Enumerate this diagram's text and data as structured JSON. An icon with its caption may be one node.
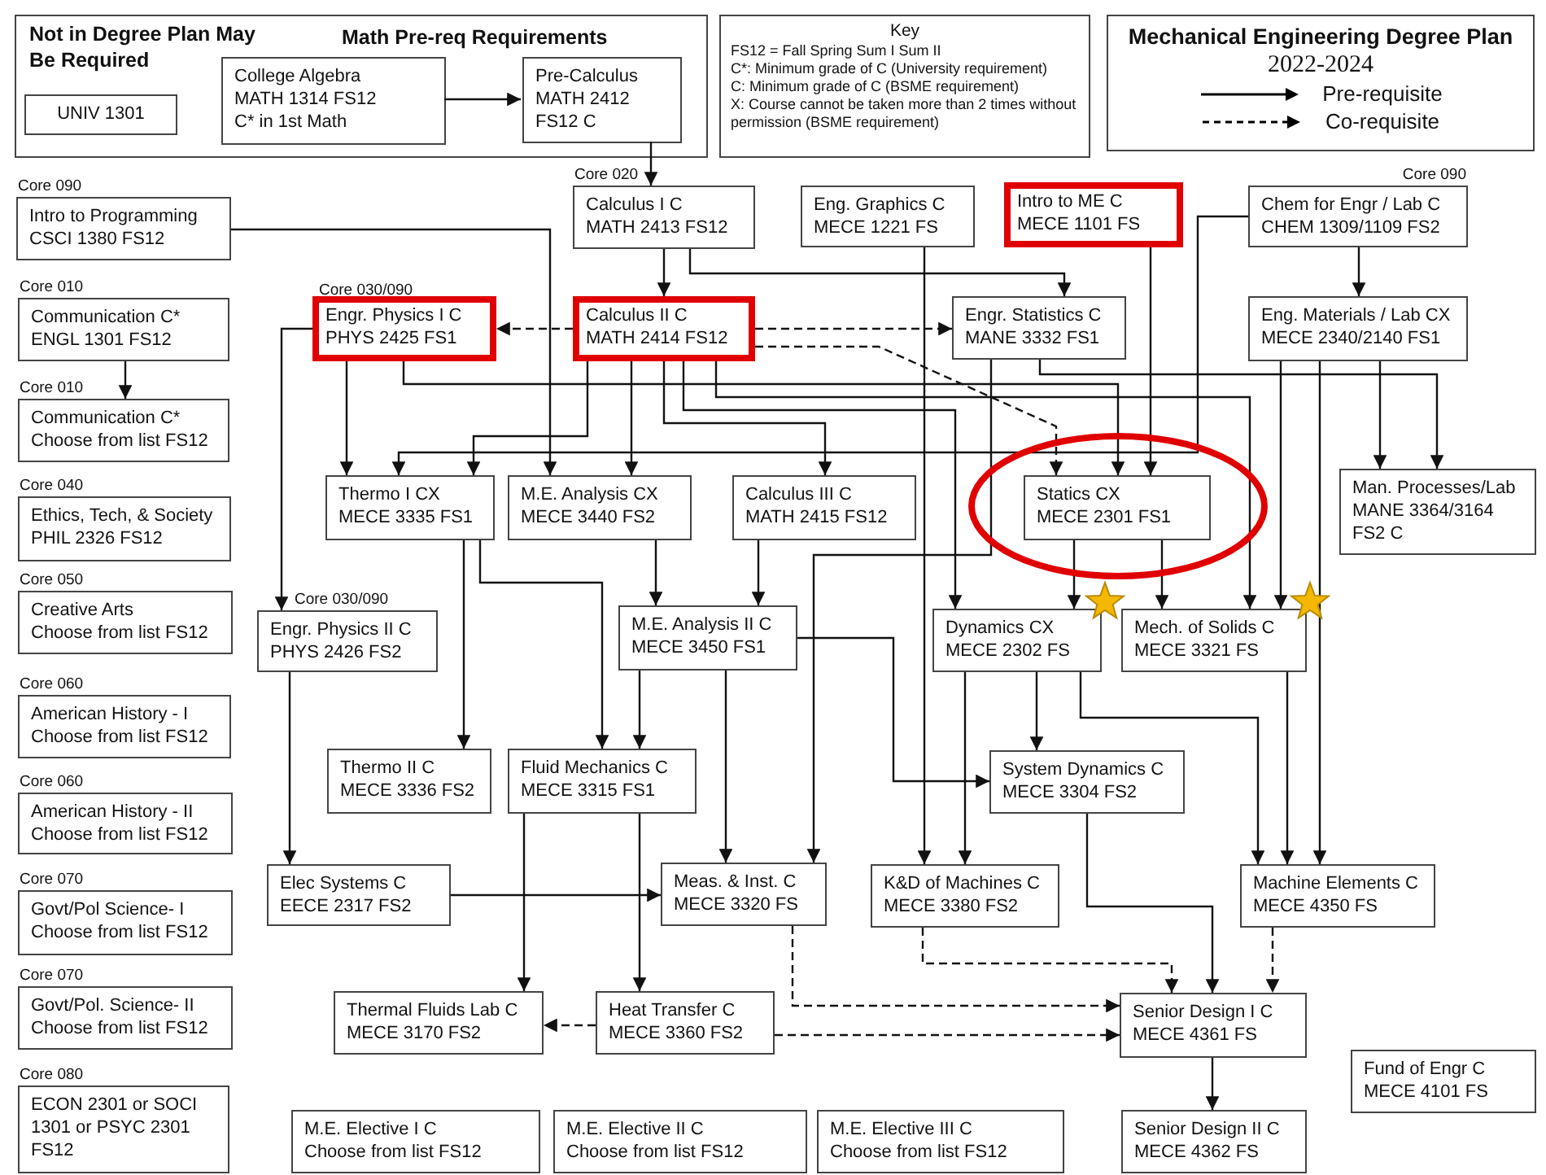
{
  "diagram": {
    "title": "Mechanical Engineering Degree Plan",
    "nodes": [
      {
        "text": [
          "Not in Degree Plan May Be Required",
          "Math Pre-req Requirements"
        ]
      },
      {
        "text": [
          "UNIV 1301"
        ],
        "in": 0
      },
      {
        "text": [
          "College Algebra",
          "MATH 1314 FS12",
          "C* in 1st Math"
        ],
        "in": 0
      },
      {
        "text": [
          "Pre-Calculus",
          "MATH 2412",
          "FS12 C"
        ],
        "in": 0
      },
      {
        "text": [
          "Intro to Programming",
          "CSCI 1380 FS12"
        ],
        "beside": [
          "Core 090"
        ]
      },
      {
        "text": [
          "Calculus I C",
          "MATH 2413 FS12"
        ],
        "beside": [
          "Core 020"
        ]
      },
      {
        "text": [
          "Eng. Graphics C",
          "MECE 1221 FS"
        ]
      },
      {
        "text": [
          "Intro to ME C",
          "MECE 1101 FS"
        ]
      },
      {
        "text": [
          "Chem for Engr / Lab C",
          "CHEM 1309/1109 FS2"
        ],
        "beside": [
          "Core 090"
        ]
      },
      {
        "text": [
          "Communication C*",
          "ENGL 1301 FS12"
        ],
        "beside": [
          "Core 010"
        ]
      },
      {
        "text": [
          "Engr. Physics I C",
          "PHYS 2425 FS1"
        ],
        "beside": [
          "Core 030/090"
        ]
      },
      {
        "text": [
          "Calculus II C",
          "MATH 2414 FS12"
        ]
      },
      {
        "text": [
          "Engr. Statistics C",
          "MANE 3332 FS1"
        ]
      },
      {
        "text": [
          "Eng. Materials / Lab CX",
          "MECE 2340/2140 FS1"
        ]
      },
      {
        "text": [
          "Communication C*",
          "Choose from list FS12"
        ],
        "beside": [
          "Core 010"
        ]
      },
      {
        "text": [
          "Ethics, Tech, & Society",
          "PHIL 2326 FS12"
        ],
        "beside": [
          "Core 040"
        ]
      },
      {
        "text": [
          "Thermo I CX",
          "MECE 3335 FS1"
        ]
      },
      {
        "text": [
          "M.E. Analysis CX",
          "MECE 3440 FS2"
        ]
      },
      {
        "text": [
          "Calculus III C",
          "MATH 2415 FS12"
        ]
      },
      {
        "text": [
          "Statics CX",
          "MECE 2301 FS1"
        ]
      },
      {
        "text": [
          "Man. Processes/Lab",
          "MANE 3364/3164",
          "FS2 C"
        ]
      },
      {
        "text": [
          "Creative Arts",
          "Choose from list FS12"
        ],
        "beside": [
          "Core 050"
        ]
      },
      {
        "text": [
          "Engr. Physics II C",
          "PHYS 2426 FS2"
        ],
        "beside": [
          "Core 030/090"
        ]
      },
      {
        "text": [
          "M.E. Analysis II C",
          "MECE 3450 FS1"
        ]
      },
      {
        "text": [
          "Dynamics CX",
          "MECE 2302 FS"
        ]
      },
      {
        "text": [
          "Mech. of Solids C",
          "MECE 3321 FS"
        ]
      },
      {
        "text": [
          "American History - I",
          "Choose from list FS12"
        ],
        "beside": [
          "Core 060"
        ]
      },
      {
        "text": [
          "Thermo II C",
          "MECE 3336 FS2"
        ]
      },
      {
        "text": [
          "Fluid Mechanics C",
          "MECE 3315 FS1"
        ]
      },
      {
        "text": [
          "System Dynamics C",
          "MECE 3304 FS2"
        ]
      },
      {
        "text": [
          "American History - II",
          "Choose from list FS12"
        ],
        "beside": [
          "Core 060"
        ]
      },
      {
        "text": [
          "Govt/Pol Science- I",
          "Choose from list FS12"
        ],
        "beside": [
          "Core 070"
        ]
      },
      {
        "text": [
          "Elec Systems C",
          "EECE 2317 FS2"
        ]
      },
      {
        "text": [
          "Meas. & Inst. C",
          "MECE 3320 FS"
        ]
      },
      {
        "text": [
          "K&D of Machines C",
          "MECE 3380 FS2"
        ]
      },
      {
        "text": [
          "Machine Elements C",
          "MECE 4350 FS"
        ]
      },
      {
        "text": [
          "Govt/Pol. Science- II",
          "Choose from list FS12"
        ],
        "beside": [
          "Core 070"
        ]
      },
      {
        "text": [
          "Thermal Fluids Lab C",
          "MECE 3170 FS2"
        ]
      },
      {
        "text": [
          "Heat Transfer C",
          "MECE 3360 FS2"
        ]
      },
      {
        "text": [
          "Senior Design I C",
          "MECE 4361 FS"
        ]
      },
      {
        "text": [
          "ECON 2301 or SOCI 1301 or PSYC 2301 FS12"
        ],
        "beside": [
          "Core 080"
        ]
      },
      {
        "text": [
          "Fund of Engr C",
          "MECE 4101 FS"
        ]
      },
      {
        "text": [
          "M.E. Elective I C",
          "Choose from list FS12"
        ]
      },
      {
        "text": [
          "M.E. Elective II C",
          "Choose from list FS12"
        ]
      },
      {
        "text": [
          "M.E. Elective III C",
          "Choose from list FS12"
        ]
      },
      {
        "text": [
          "Senior Design II C",
          "MECE 4362 FS"
        ]
      }
    ],
    "edges": [
      {
        "from": 2,
        "to": 3,
        "arrow": "to"
      },
      {
        "from": 3,
        "to": 5,
        "arrow": "to"
      },
      {
        "from": 9,
        "to": 14,
        "arrow": "to"
      },
      {
        "from": 5,
        "to": 11,
        "arrow": "to"
      },
      {
        "from": 5,
        "to": 12,
        "arrow": "to"
      },
      {
        "from": 11,
        "to": 10,
        "arrow": "to",
        "style": "dashed"
      },
      {
        "from": 11,
        "to": 12,
        "arrow": "to",
        "style": "dashed"
      },
      {
        "from": 11,
        "to": 19,
        "arrow": "to",
        "style": "dashed"
      },
      {
        "from": 8,
        "to": 13,
        "arrow": "to"
      },
      {
        "from": 10,
        "to": 16,
        "arrow": "to"
      },
      {
        "from": 8,
        "to": 16,
        "arrow": "to"
      },
      {
        "from": 11,
        "to": 16,
        "arrow": "to"
      },
      {
        "from": 4,
        "to": 17,
        "arrow": "to"
      },
      {
        "from": 11,
        "to": 17,
        "arrow": "to"
      },
      {
        "from": 11,
        "to": 18,
        "arrow": "to"
      },
      {
        "from": 10,
        "to": 19,
        "arrow": "to"
      },
      {
        "from": 7,
        "to": 19,
        "arrow": "to"
      },
      {
        "from": 12,
        "to": 20,
        "arrow": "to"
      },
      {
        "from": 13,
        "to": 20,
        "arrow": "to"
      },
      {
        "from": 10,
        "to": 22,
        "arrow": "to"
      },
      {
        "from": 17,
        "to": 23,
        "arrow": "to"
      },
      {
        "from": 18,
        "to": 23,
        "arrow": "to"
      },
      {
        "from": 11,
        "to": 24,
        "arrow": "to"
      },
      {
        "from": 19,
        "to": 24,
        "arrow": "to"
      },
      {
        "from": 19,
        "to": 25,
        "arrow": "to"
      },
      {
        "from": 11,
        "to": 25,
        "arrow": "to"
      },
      {
        "from": 13,
        "to": 25,
        "arrow": "to"
      },
      {
        "from": 16,
        "to": 27,
        "arrow": "to"
      },
      {
        "from": 16,
        "to": 28,
        "arrow": "to"
      },
      {
        "from": 23,
        "to": 28,
        "arrow": "to"
      },
      {
        "from": 23,
        "to": 29,
        "arrow": "to"
      },
      {
        "from": 24,
        "to": 29,
        "arrow": "to"
      },
      {
        "from": 22,
        "to": 32,
        "arrow": "to"
      },
      {
        "from": 23,
        "to": 33,
        "arrow": "to"
      },
      {
        "from": 12,
        "to": 33,
        "arrow": "to"
      },
      {
        "from": 32,
        "to": 33,
        "arrow": "to"
      },
      {
        "from": 6,
        "to": 34,
        "arrow": "to"
      },
      {
        "from": 24,
        "to": 34,
        "arrow": "to"
      },
      {
        "from": 24,
        "to": 35,
        "arrow": "to"
      },
      {
        "from": 25,
        "to": 35,
        "arrow": "to"
      },
      {
        "from": 13,
        "to": 35,
        "arrow": "to"
      },
      {
        "from": 28,
        "to": 37,
        "arrow": "to"
      },
      {
        "from": 28,
        "to": 38,
        "arrow": "to"
      },
      {
        "from": 38,
        "to": 37,
        "arrow": "to",
        "style": "dashed"
      },
      {
        "from": 34,
        "to": 39,
        "arrow": "to",
        "style": "dashed"
      },
      {
        "from": 29,
        "to": 39,
        "arrow": "to"
      },
      {
        "from": 35,
        "to": 39,
        "arrow": "to",
        "style": "dashed"
      },
      {
        "from": 33,
        "to": 39,
        "arrow": "to",
        "style": "dashed"
      },
      {
        "from": 38,
        "to": 39,
        "arrow": "to",
        "style": "dashed"
      },
      {
        "from": 39,
        "to": 45,
        "arrow": "to"
      }
    ],
    "labels": [
      "2022-2024",
      "Key",
      "FS12 = Fall Spring Sum I Sum II",
      "C*: Minimum grade of C (University requirement)",
      "C: Minimum grade of C (BSME requirement)",
      "X: Course cannot be taken more than 2 times without permission (BSME requirement)"
    ],
    "legend": [
      {
        "text": "Pre-requisite"
      },
      {
        "text": "Co-requisite"
      }
    ]
  }
}
